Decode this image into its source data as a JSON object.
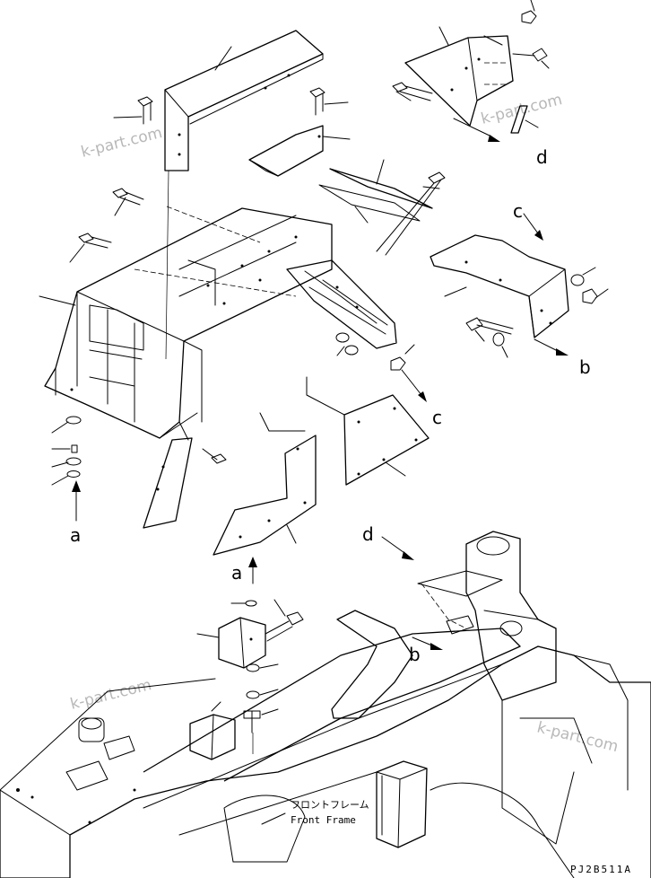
{
  "labels": {
    "a_bottom": "a",
    "a_top": "a",
    "b_right": "b",
    "b_frame": "b",
    "c_arrow": "c",
    "c_top": "c",
    "d_top": "d",
    "d_frame": "d"
  },
  "watermarks": {
    "wm1": "k-part.com",
    "wm2": "k-part.com",
    "wm3": "k-part.com",
    "wm4": "k-part.com"
  },
  "frame_label": {
    "japanese": "フロントフレーム",
    "english": "Front Frame"
  },
  "drawing_code": "PJ2B511A"
}
